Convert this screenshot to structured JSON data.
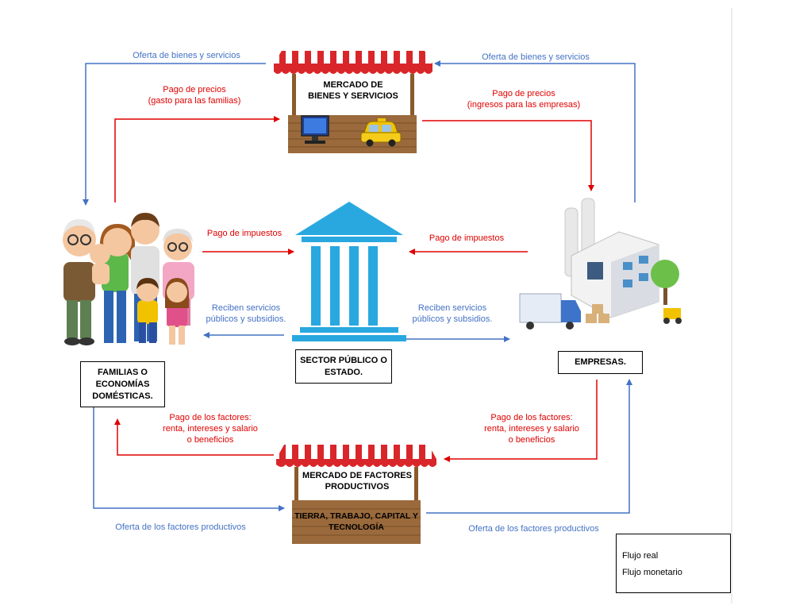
{
  "colors": {
    "real_flow": "#4472c4",
    "monetary_flow": "#e00000"
  },
  "markets": {
    "goods": {
      "title_line1": "MERCADO DE",
      "title_line2": "BIENES Y SERVICIOS",
      "icons": [
        "computer-icon",
        "taxi-icon"
      ]
    },
    "factors": {
      "title_line1": "MERCADO DE FACTORES",
      "title_line2": "PRODUCTIVOS",
      "counter_line1": "TIERRA, TRABAJO, CAPITAL Y",
      "counter_line2": "TECNOLOGÍA"
    }
  },
  "agents": {
    "families": {
      "line1": "FAMILIAS O",
      "line2": "ECONOMÍAS",
      "line3": "DOMÉSTICAS."
    },
    "state": {
      "line1": "SECTOR PÚBLICO O",
      "line2": "ESTADO."
    },
    "companies": {
      "line1": "EMPRESAS."
    }
  },
  "flows": {
    "offer_goods_left": "Oferta de bienes y servicios",
    "offer_goods_right": "Oferta de bienes y servicios",
    "price_left_1": "Pago de precios",
    "price_left_2": "(gasto para las familias)",
    "price_right_1": "Pago de precios",
    "price_right_2": "(ingresos para las empresas)",
    "tax_left": "Pago de impuestos",
    "tax_right": "Pago de impuestos",
    "services_left_1": "Reciben servicios",
    "services_left_2": "públicos y subsidios.",
    "services_right_1": "Reciben servicios",
    "services_right_2": "públicos y subsidios.",
    "factor_pay_left_1": "Pago de los factores:",
    "factor_pay_left_2": "renta, intereses y salario",
    "factor_pay_left_3": "o beneficios",
    "factor_pay_right_1": "Pago de los factores:",
    "factor_pay_right_2": "renta, intereses y salario",
    "factor_pay_right_3": "o beneficios",
    "factor_offer_left": "Oferta de los factores productivos",
    "factor_offer_right": "Oferta de los factores productivos"
  },
  "legend": {
    "real": "Flujo real",
    "monetary": "Flujo monetario"
  }
}
